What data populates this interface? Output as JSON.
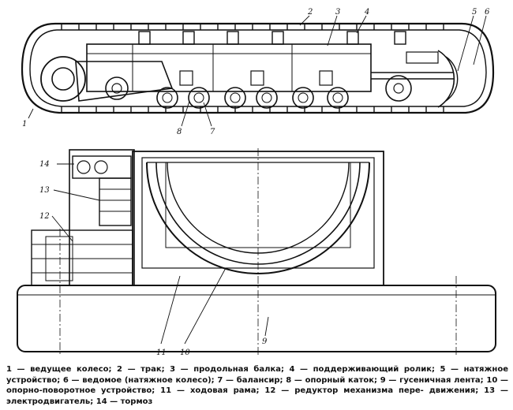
{
  "callouts": {
    "c1": "1",
    "c2": "2",
    "c3": "3",
    "c4": "4",
    "c5": "5",
    "c6": "6",
    "c7": "7",
    "c8": "8",
    "c9": "9",
    "c10": "10",
    "c11": "11",
    "c12": "12",
    "c13": "13",
    "c14": "14"
  },
  "caption": {
    "line1": "1 — ведущее колесо; 2 — трак; 3 — продольная балка; 4 — поддерживающий ролик; 5 — натяжное",
    "line2": "устройство; 6 — ведомое (натяжное колесо); 7 — балансир; 8 — опорный каток; 9 — гусеничная",
    "line3": "лента; 10 — опорно-поворотное устройство; 11 — ходовая рама; 12 — редуктор механизма пере-",
    "line4": "движения; 13 — электродвигатель; 14 — тормоз"
  }
}
